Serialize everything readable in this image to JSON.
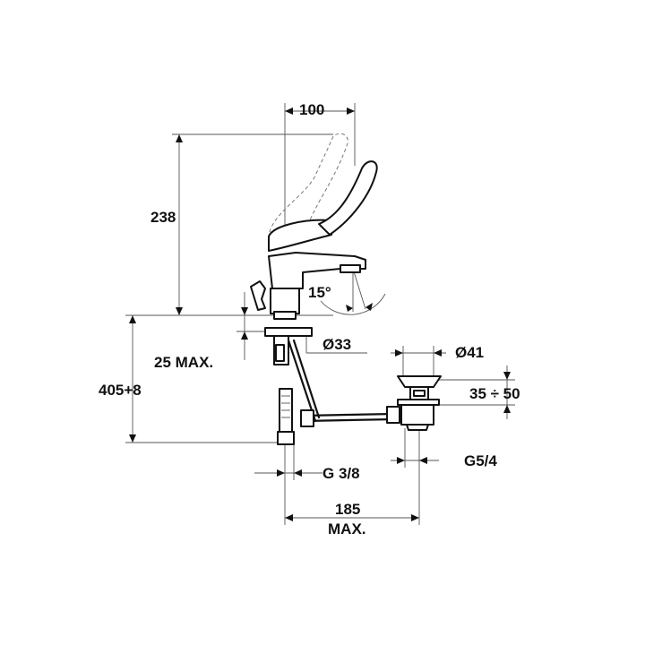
{
  "dimensions": {
    "top_width": "100",
    "height_238": "238",
    "angle": "15°",
    "deck_hole": "Ø33",
    "deck_max": "25 MAX.",
    "total_height": "405+8",
    "waste_diameter": "Ø41",
    "waste_range": "35 ÷ 50",
    "supply_thread": "G 3/8",
    "waste_thread": "G5/4",
    "reach_value": "185",
    "reach_suffix": "MAX."
  },
  "colors": {
    "line": "#111111",
    "dimension": "#555555",
    "background": "#ffffff"
  }
}
